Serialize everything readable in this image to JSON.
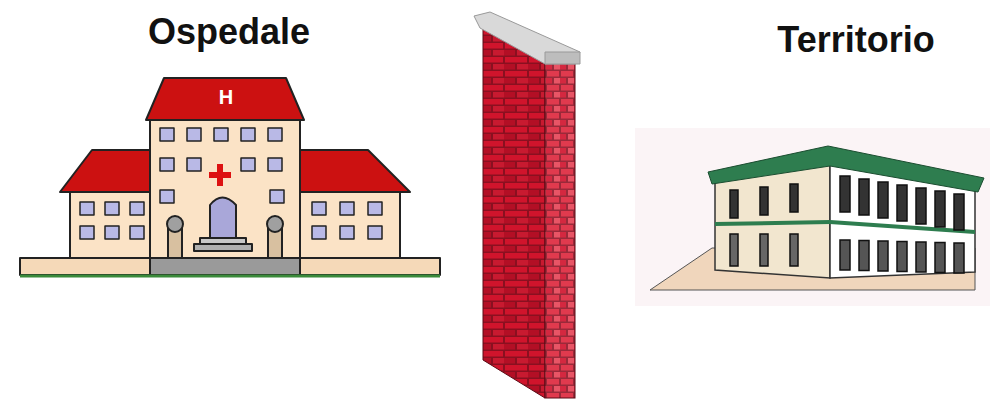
{
  "diagram": {
    "labels": [
      "Ospedale",
      "H",
      "Territorio"
    ]
  }
}
